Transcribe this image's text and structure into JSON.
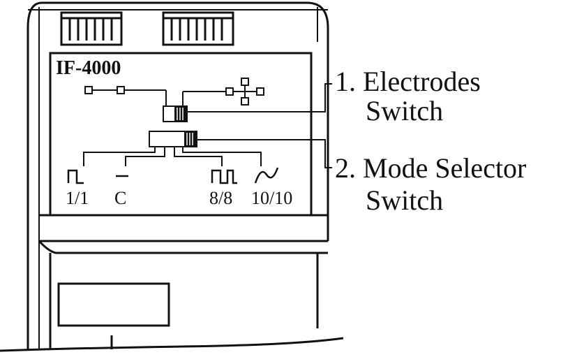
{
  "device": {
    "model": "IF-4000"
  },
  "electrodes_switch": {
    "callout_number": "1. Electrodes",
    "callout_word": "Switch"
  },
  "mode_selector": {
    "callout_number": "2. Mode Selector",
    "callout_word": "Switch",
    "modes": [
      {
        "label": "1/1",
        "icon": "square-wave-icon"
      },
      {
        "label": "C",
        "icon": "constant-current-icon"
      },
      {
        "label": "8/8",
        "icon": "square-wave-icon"
      },
      {
        "label": "10/10",
        "icon": "sine-wave-icon"
      }
    ]
  },
  "colors": {
    "ink": "#111111",
    "paper": "#ffffff"
  }
}
